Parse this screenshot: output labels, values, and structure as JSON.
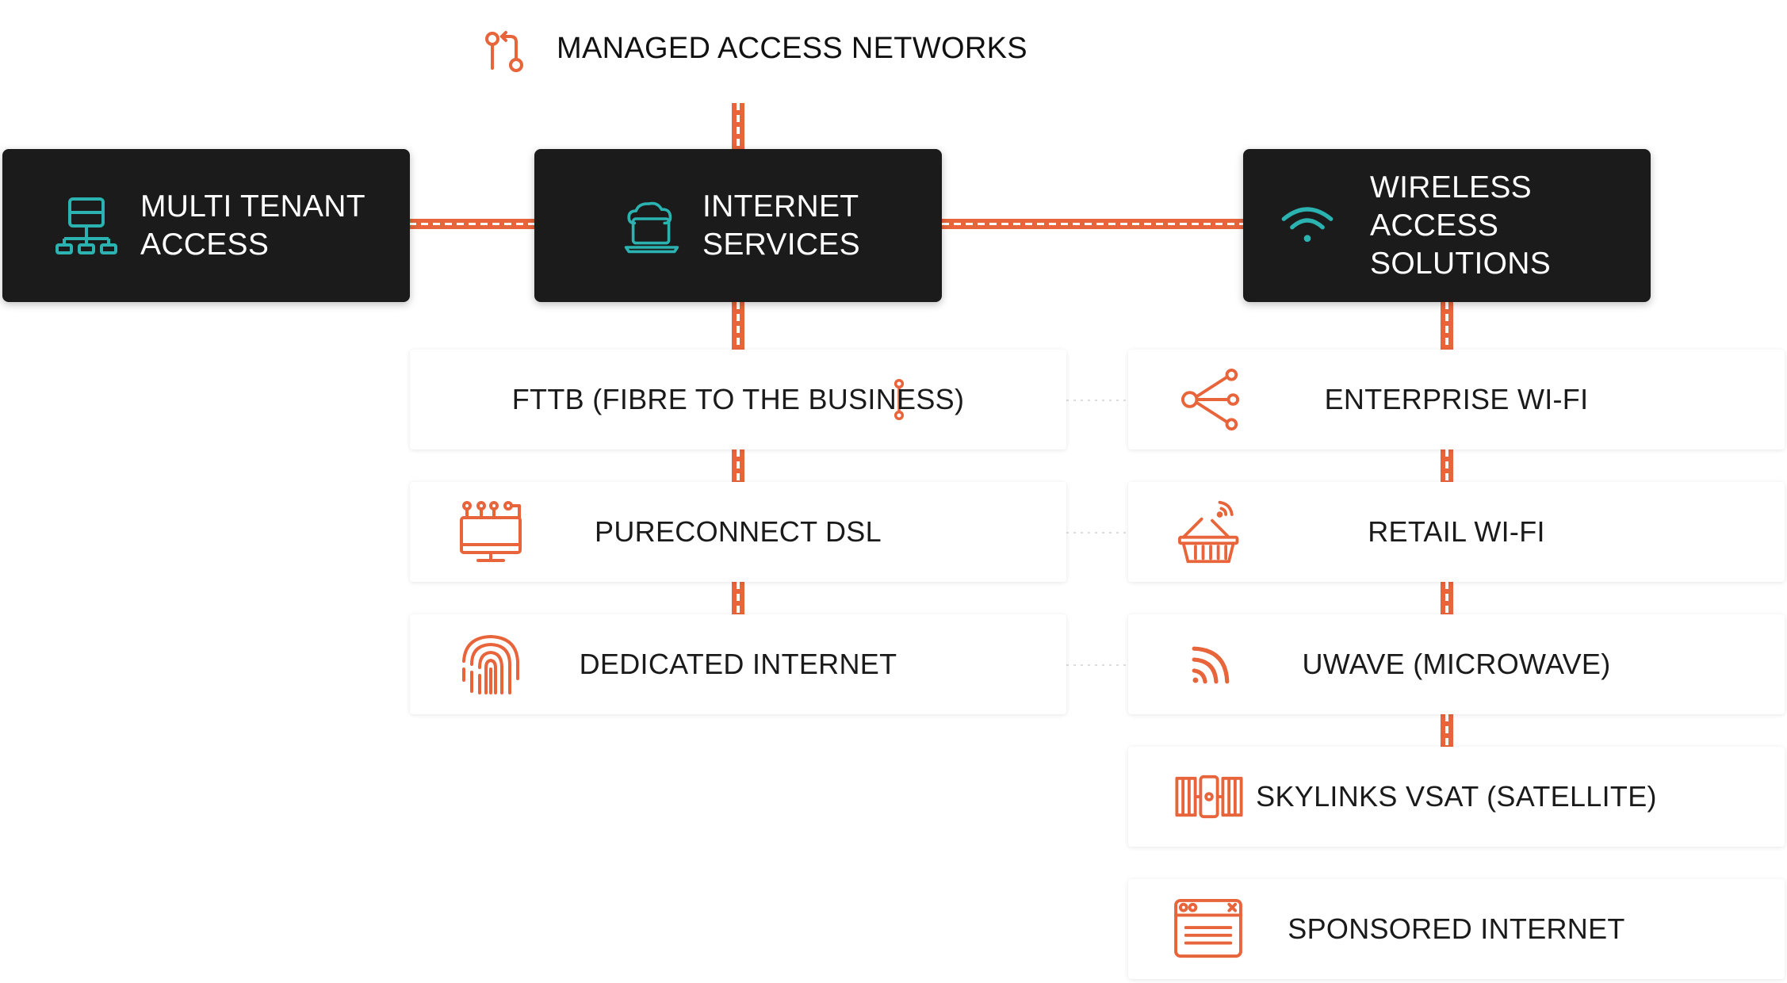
{
  "header": {
    "title": "MANAGED ACCESS NETWORKS",
    "icon": "git-branch-icon"
  },
  "main_boxes": [
    {
      "id": "multi-tenant",
      "label": "MULTI TENANT\nACCESS",
      "icon": "sitemap-icon"
    },
    {
      "id": "internet-services",
      "label": "INTERNET\nSERVICES",
      "icon": "cloud-laptop-icon"
    },
    {
      "id": "wireless-access",
      "label": "WIRELESS ACCESS\nSOLUTIONS",
      "icon": "wifi-icon"
    }
  ],
  "internet_services_items": [
    {
      "label": "FTTB (FIBRE TO THE BUSINESS)",
      "icon": "fibre-link-icon"
    },
    {
      "label": "PURECONNECT DSL",
      "icon": "monitor-network-icon"
    },
    {
      "label": "DEDICATED INTERNET",
      "icon": "fingerprint-icon"
    }
  ],
  "wireless_items": [
    {
      "label": "ENTERPRISE WI-FI",
      "icon": "share-nodes-icon"
    },
    {
      "label": "RETAIL WI-FI",
      "icon": "shopping-basket-icon"
    },
    {
      "label": "UWAVE (MICROWAVE)",
      "icon": "rss-icon"
    },
    {
      "label": "SKYLINKS VSAT (SATELLITE)",
      "icon": "satellite-icon"
    },
    {
      "label": "SPONSORED INTERNET",
      "icon": "browser-window-icon"
    }
  ],
  "colors": {
    "accent": "#e8643b",
    "teal": "#2bb3b1",
    "dark_box": "#1b1b1b",
    "text": "#1a1a1a"
  }
}
